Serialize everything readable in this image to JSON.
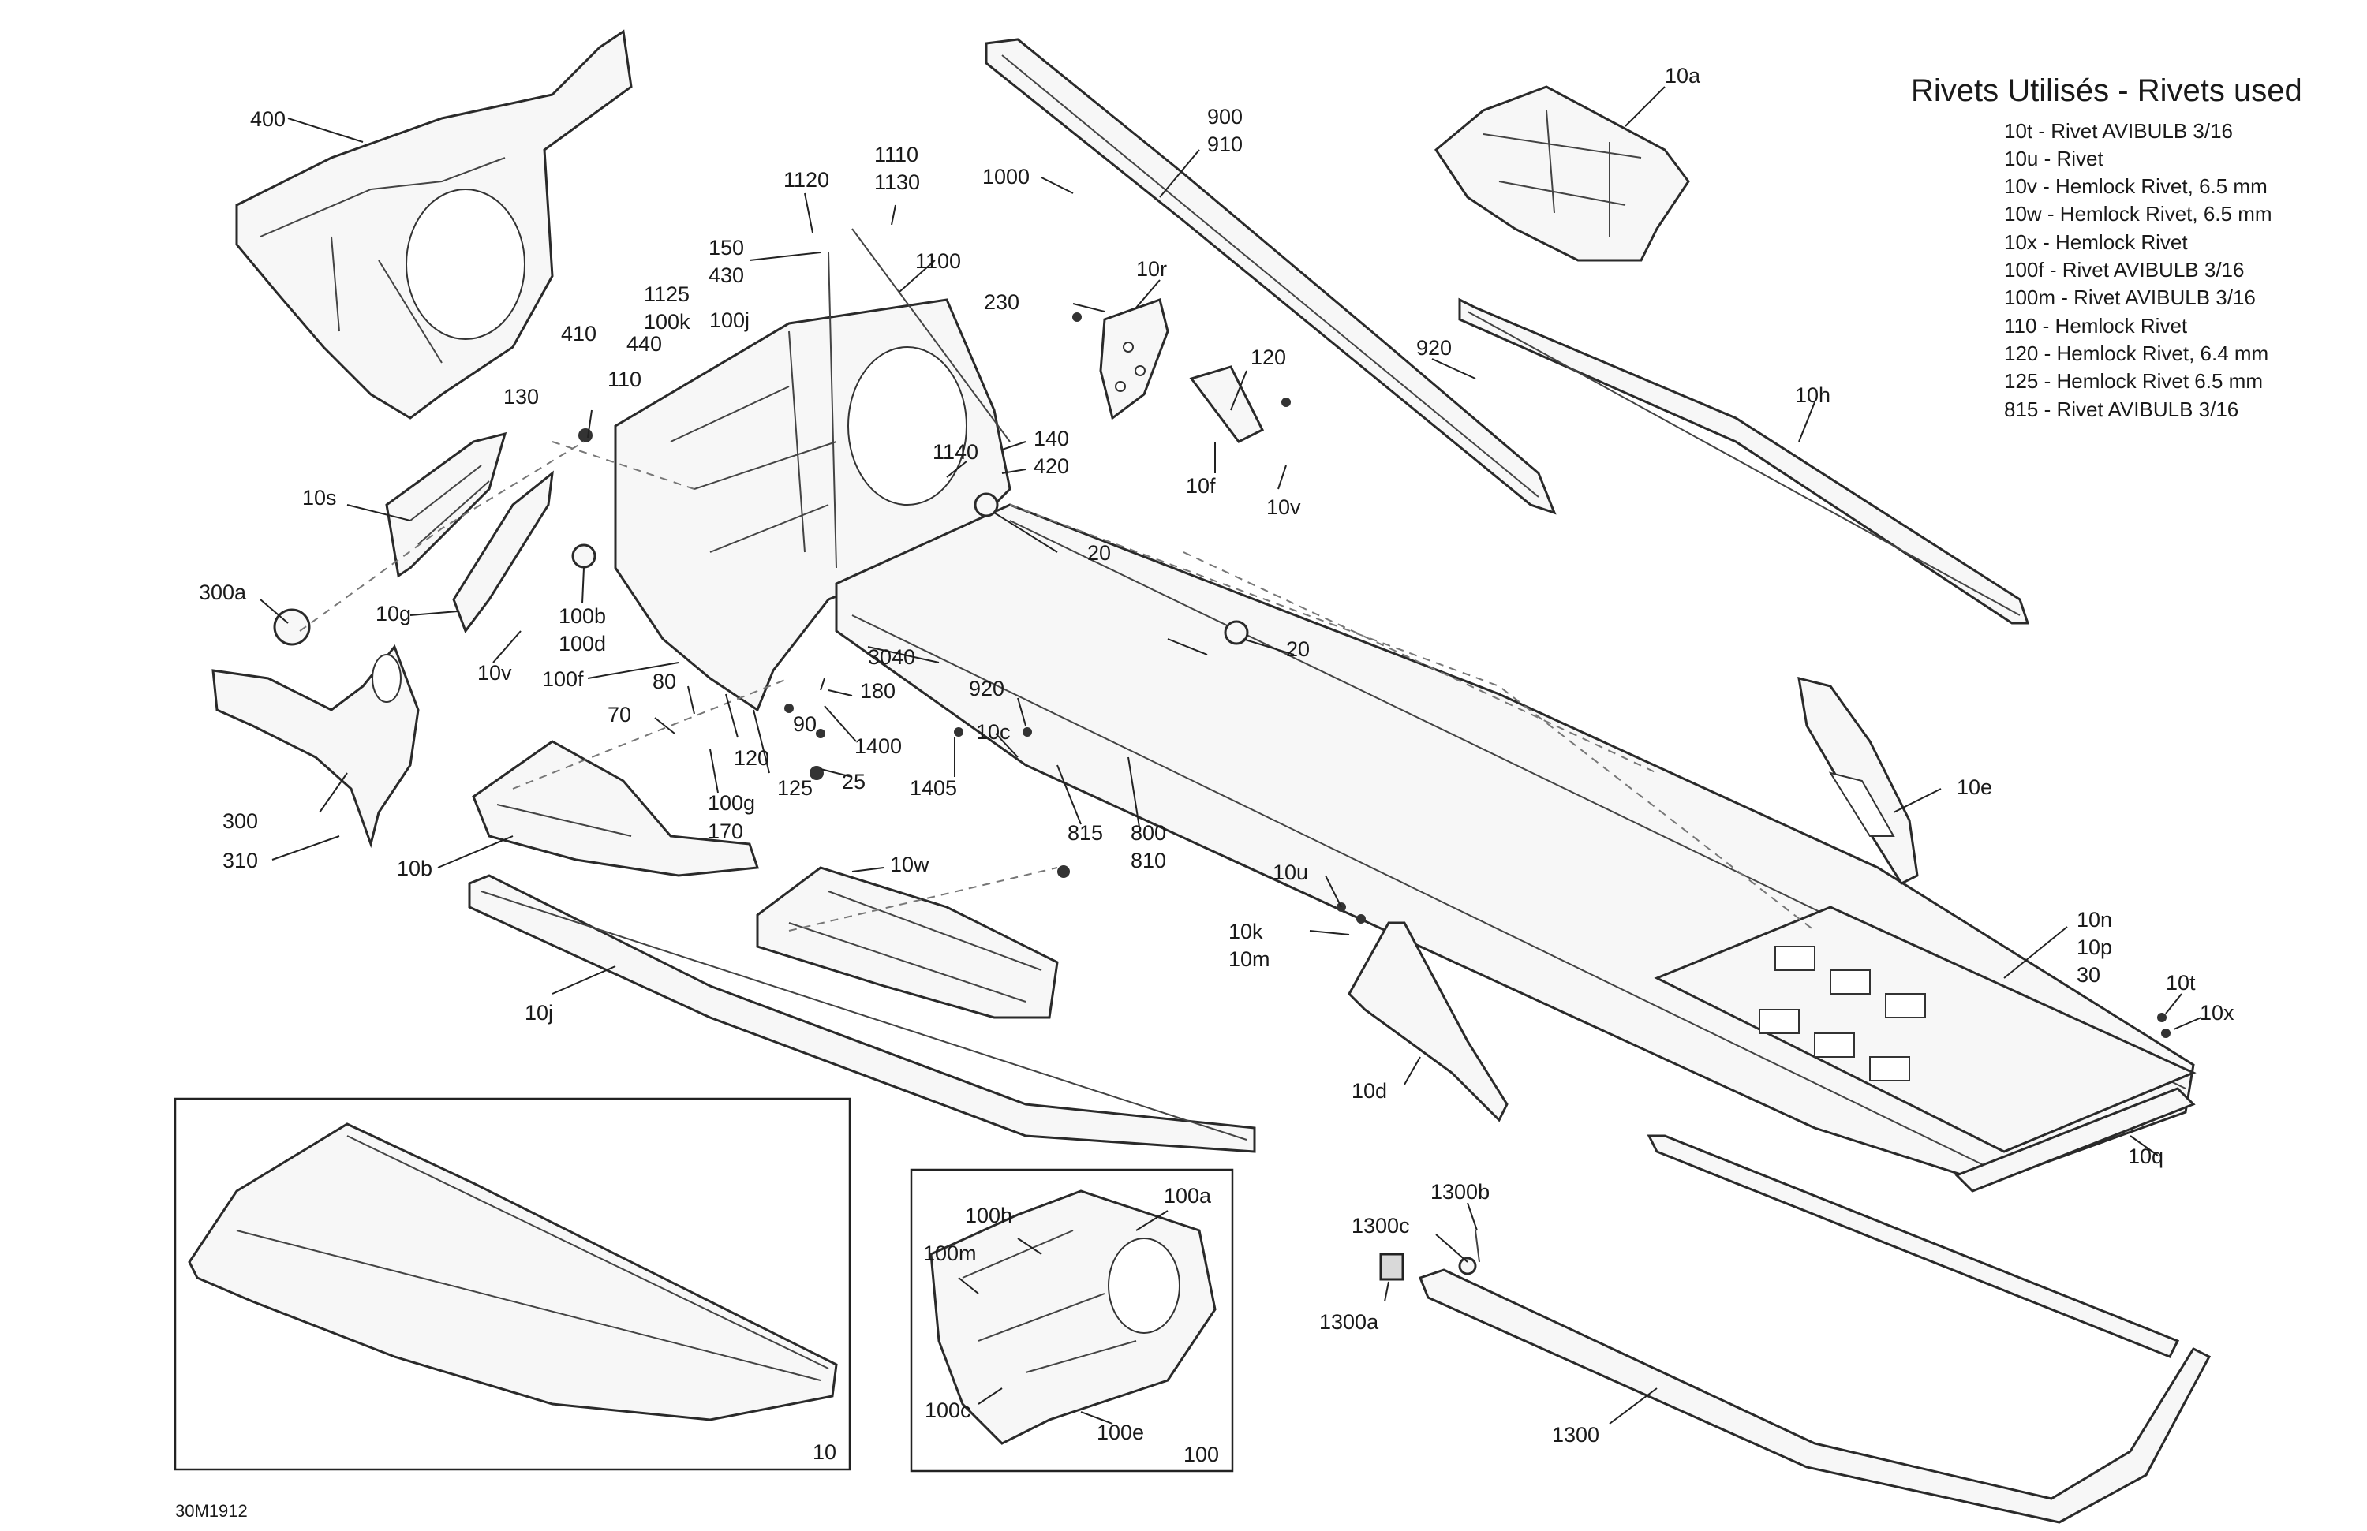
{
  "legend": {
    "title": "Rivets Utilisés - Rivets used",
    "items": [
      "10t - Rivet AVIBULB 3/16",
      "10u - Rivet",
      "10v - Hemlock Rivet, 6.5 mm",
      "10w - Hemlock Rivet, 6.5 mm",
      "10x - Hemlock Rivet",
      "100f - Rivet AVIBULB 3/16",
      "100m - Rivet AVIBULB 3/16",
      "110 - Hemlock Rivet",
      "120 - Hemlock Rivet, 6.4 mm",
      "125 - Hemlock Rivet 6.5 mm",
      "815 - Rivet AVIBULB 3/16"
    ]
  },
  "figure_id": "30M1912",
  "inset_labels": {
    "assembly_10": "10",
    "assembly_100": "100"
  },
  "callouts": [
    "400",
    "10a",
    "900",
    "910",
    "1000",
    "1110",
    "1130",
    "1120",
    "1100",
    "150",
    "430",
    "1125",
    "100k",
    "100j",
    "440",
    "110",
    "130",
    "410",
    "230",
    "10r",
    "920",
    "120",
    "140",
    "420",
    "1140",
    "10f",
    "10v",
    "10h",
    "10s",
    "20",
    "300a",
    "10g",
    "100b",
    "100d",
    "10v",
    "3040",
    "20",
    "100f",
    "80",
    "90",
    "180",
    "70",
    "1400",
    "920",
    "10c",
    "120",
    "125",
    "25",
    "1405",
    "10e",
    "300",
    "100g",
    "170",
    "815",
    "800",
    "810",
    "310",
    "10b",
    "10w",
    "10u",
    "10k",
    "10m",
    "10n",
    "10p",
    "30",
    "10t",
    "10x",
    "10j",
    "10d",
    "10q",
    "100h",
    "100a",
    "100m",
    "1300c",
    "1300b",
    "1300a",
    "100c",
    "100e",
    "1300"
  ]
}
